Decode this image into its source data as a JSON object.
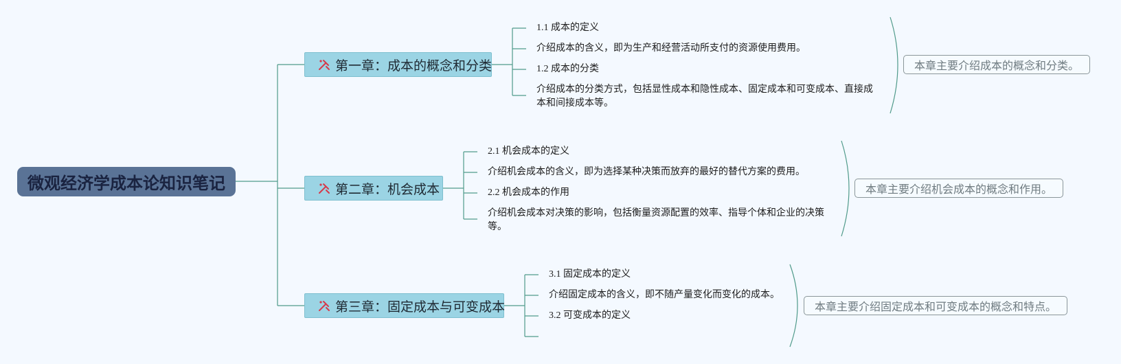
{
  "root": {
    "title": "微观经济学成本论知识笔记"
  },
  "chapters": [
    {
      "title": "第一章：成本的概念和分类",
      "icon": "tools-icon",
      "items": [
        "1.1 成本的定义",
        "介绍成本的含义，即为生产和经营活动所支付的资源使用费用。",
        "1.2 成本的分类",
        "介绍成本的分类方式，包括显性成本和隐性成本、固定成本和可变成本、直接成本和间接成本等。"
      ],
      "summary": "本章主要介绍成本的概念和分类。"
    },
    {
      "title": "第二章：机会成本",
      "icon": "tools-icon",
      "items": [
        "2.1 机会成本的定义",
        "介绍机会成本的含义，即为选择某种决策而放弃的最好的替代方案的费用。",
        "2.2 机会成本的作用",
        "介绍机会成本对决策的影响，包括衡量资源配置的效率、指导个体和企业的决策等。"
      ],
      "summary": "本章主要介绍机会成本的概念和作用。"
    },
    {
      "title": "第三章：固定成本与可变成本",
      "icon": "tools-icon",
      "items": [
        "3.1 固定成本的定义",
        "介绍固定成本的含义，即不随产量变化而变化的成本。",
        "3.2 可变成本的定义",
        ""
      ],
      "summary": "本章主要介绍固定成本和可变成本的概念和特点。"
    }
  ],
  "colors": {
    "background": "#f4f9ff",
    "root_fill": "#5a7396",
    "chapter_fill": "#9bd4e4",
    "connector": "#4f9a8a",
    "icon_red": "#d63a4a"
  }
}
